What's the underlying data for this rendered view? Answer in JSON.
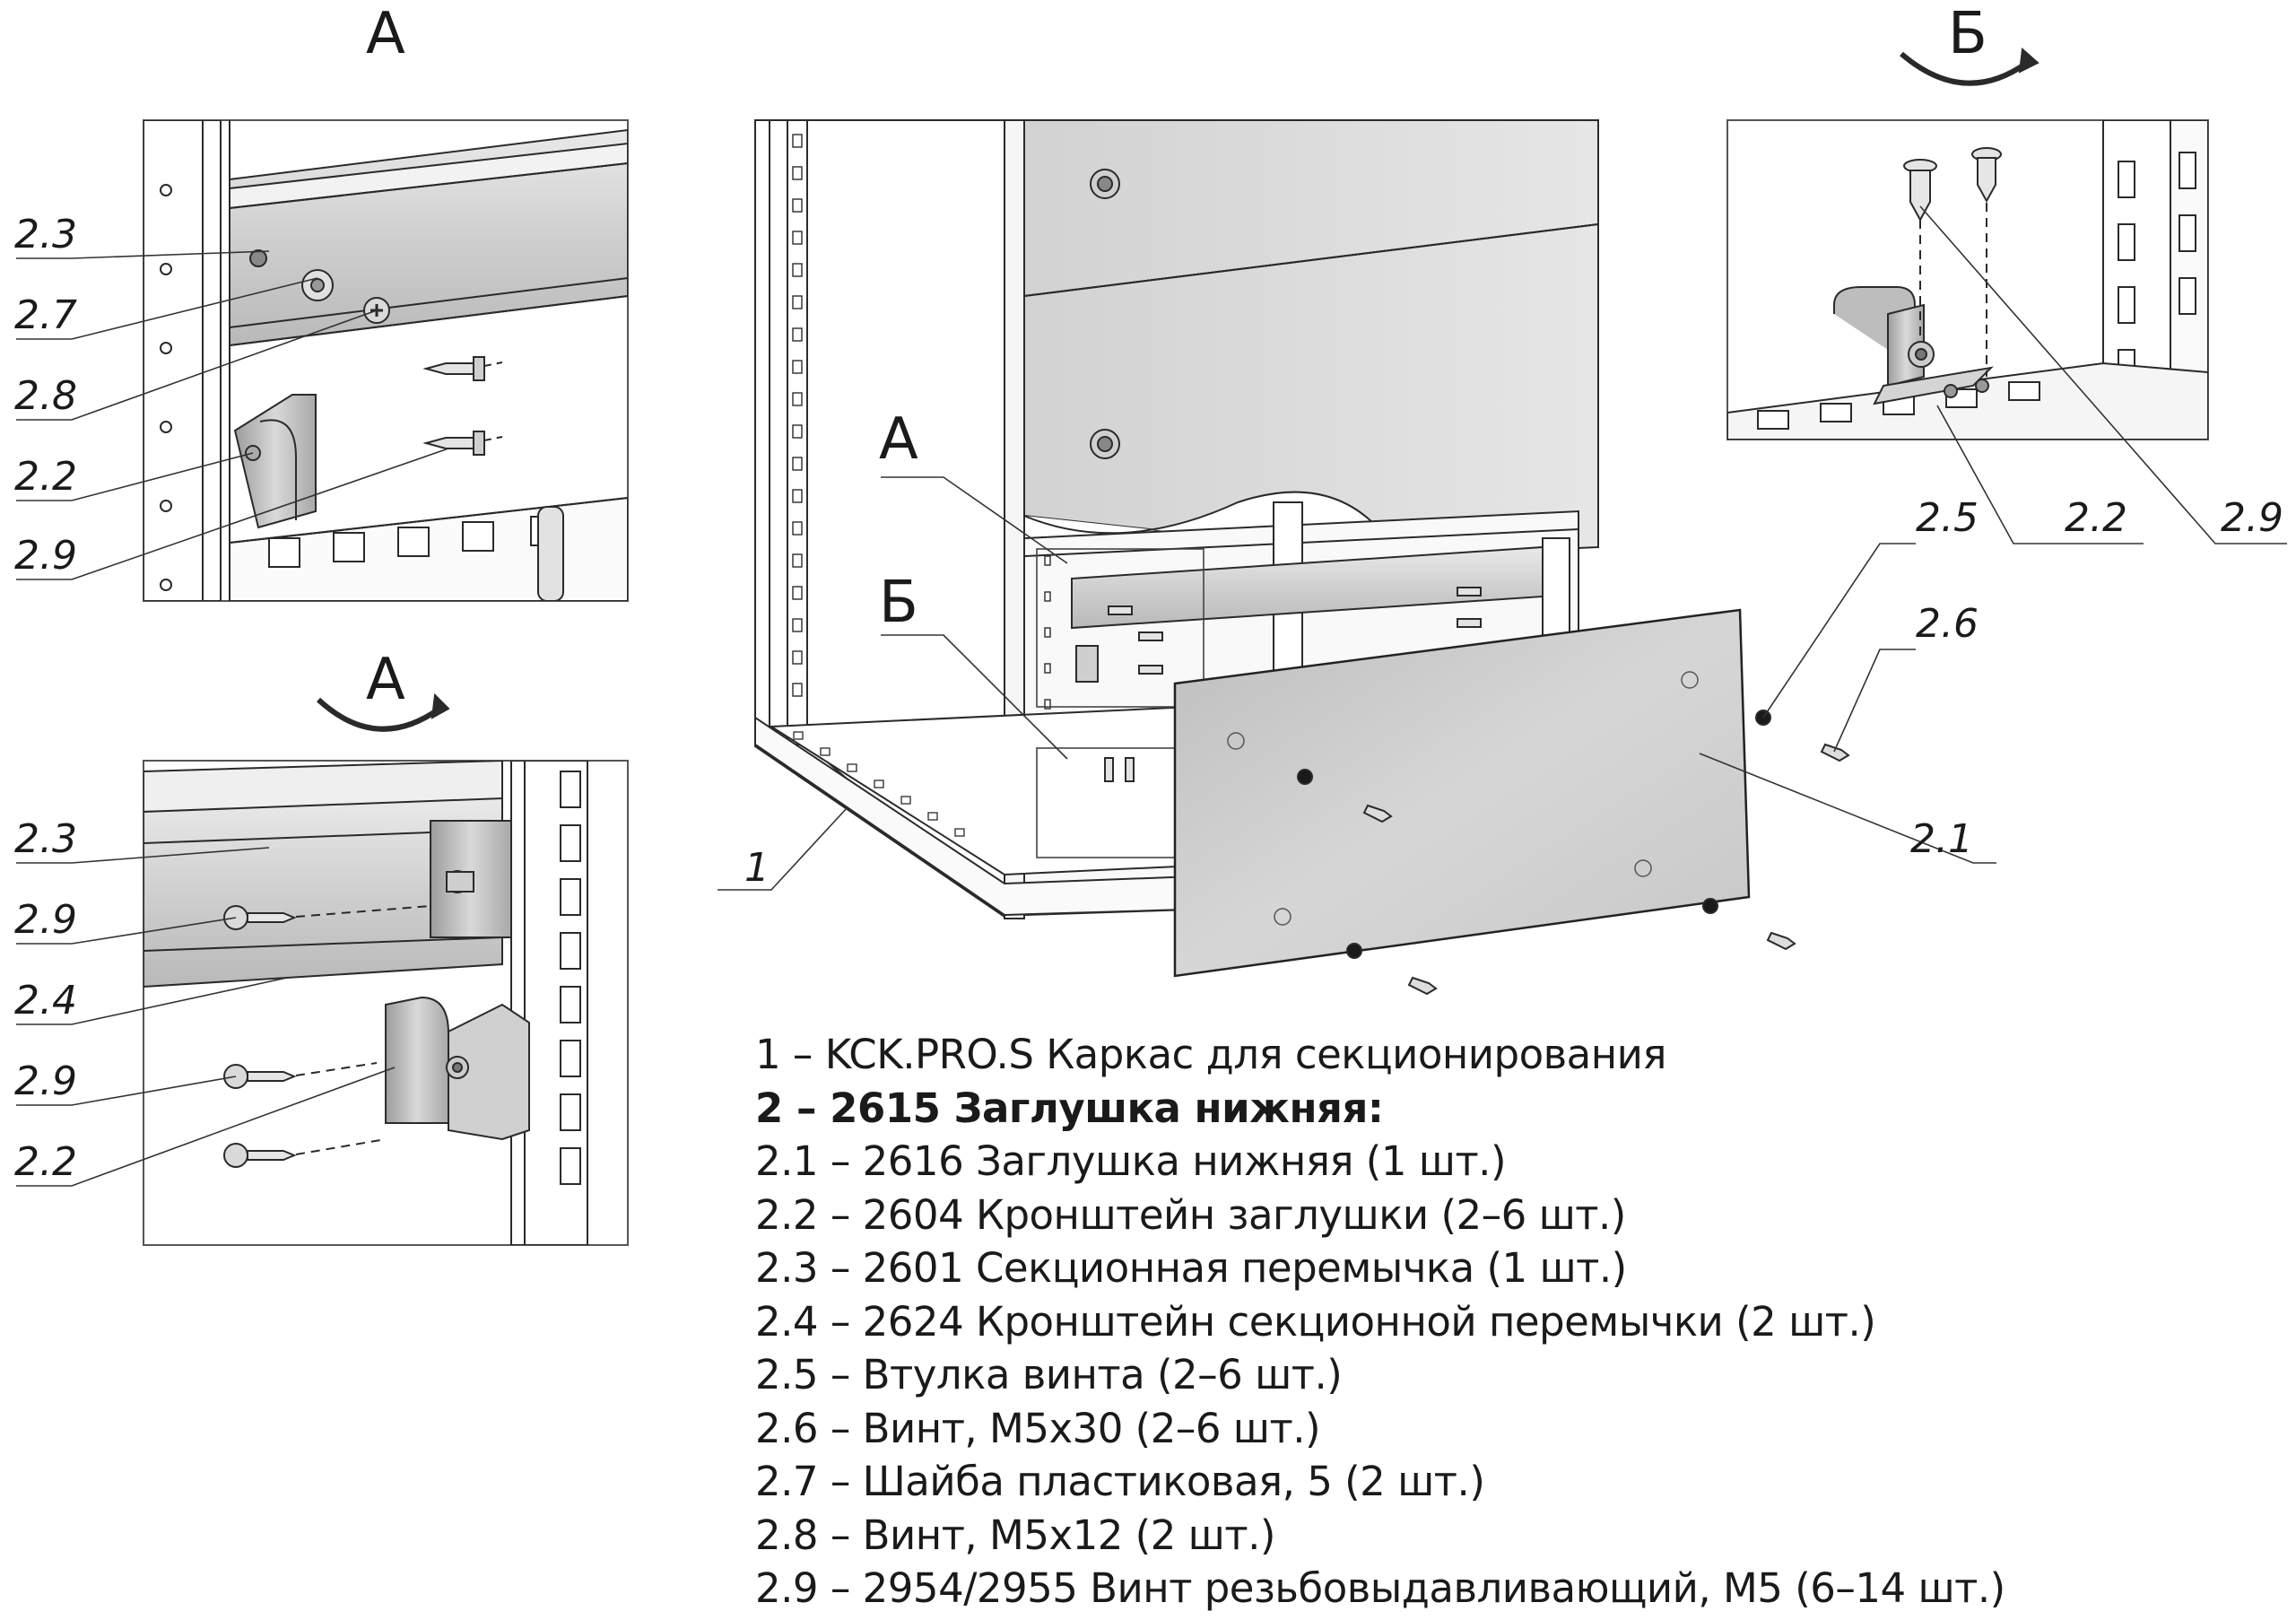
{
  "views": {
    "a_top": {
      "title": "А",
      "callouts": [
        "2.3",
        "2.7",
        "2.8",
        "2.2",
        "2.9"
      ]
    },
    "a_bottom": {
      "title": "А",
      "callouts": [
        "2.3",
        "2.9",
        "2.4",
        "2.9",
        "2.2"
      ]
    },
    "b": {
      "title": "Б",
      "callouts": [
        "2.2",
        "2.9"
      ]
    },
    "main": {
      "zone_a": "А",
      "zone_b": "Б",
      "callouts": {
        "frame": "1",
        "panel": "2.1",
        "bushing": "2.5",
        "screw": "2.6"
      }
    }
  },
  "legend": [
    "1 – KCK.PRO.S Каркас для секционирования",
    "2 – 2615 Заглушка нижняя:",
    "2.1 – 2616 Заглушка нижняя (1 шт.)",
    "2.2 – 2604 Кронштейн заглушки (2–6 шт.)",
    "2.3 – 2601 Секционная перемычка (1 шт.)",
    "2.4 – 2624 Кронштейн секционной перемычки (2 шт.)",
    "2.5 – Втулка винта (2–6 шт.)",
    "2.6 – Винт, М5х30 (2–6 шт.)",
    "2.7 – Шайба пластиковая, 5 (2 шт.)",
    "2.8 – Винт, М5х12 (2 шт.)",
    "2.9 – 2954/2955 Винт резьбовыдавливающий, М5 (6–14 шт.)"
  ]
}
